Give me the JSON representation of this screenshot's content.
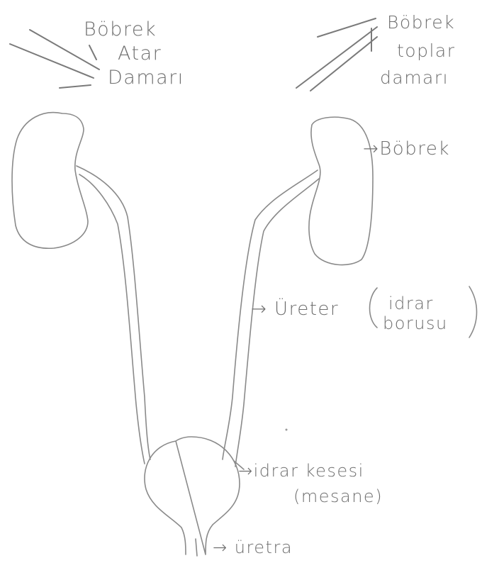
{
  "labels": {
    "renal_artery": [
      "Böbrek",
      "Atar",
      "Damarı"
    ],
    "renal_vein": [
      "Böbrek",
      "toplar",
      "damarı"
    ],
    "kidney": "→Böbrek",
    "ureter": "→ Üreter",
    "ureter_alt": [
      "idrar",
      "borusu"
    ],
    "bladder": [
      "→idrar kesesi",
      "(mesane)"
    ],
    "urethra": "→ üretra"
  },
  "style": {
    "pencil_color": "#8a8a8a",
    "text_color": "#6f6f6f",
    "paper_color": "#ffffff"
  }
}
